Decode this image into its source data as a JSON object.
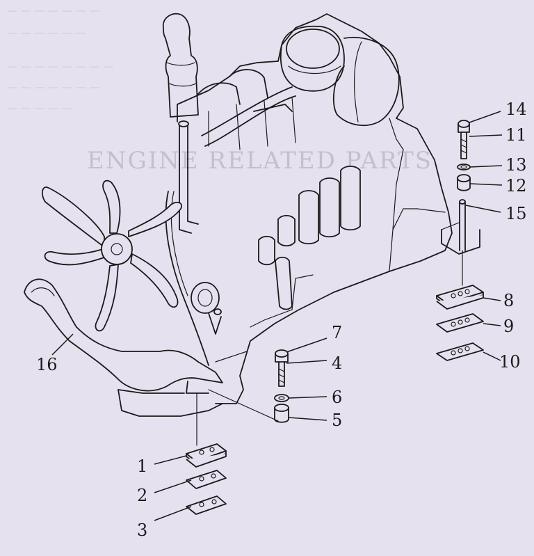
{
  "bleed_through": {
    "title": "ENGINE RELATED PARTS"
  },
  "callouts": {
    "c1": "1",
    "c2": "2",
    "c3": "3",
    "c4": "4",
    "c5": "5",
    "c6": "6",
    "c7": "7",
    "c8": "8",
    "c9": "9",
    "c10": "10",
    "c11": "11",
    "c12": "12",
    "c13": "13",
    "c14": "14",
    "c15": "15",
    "c16": "16"
  }
}
